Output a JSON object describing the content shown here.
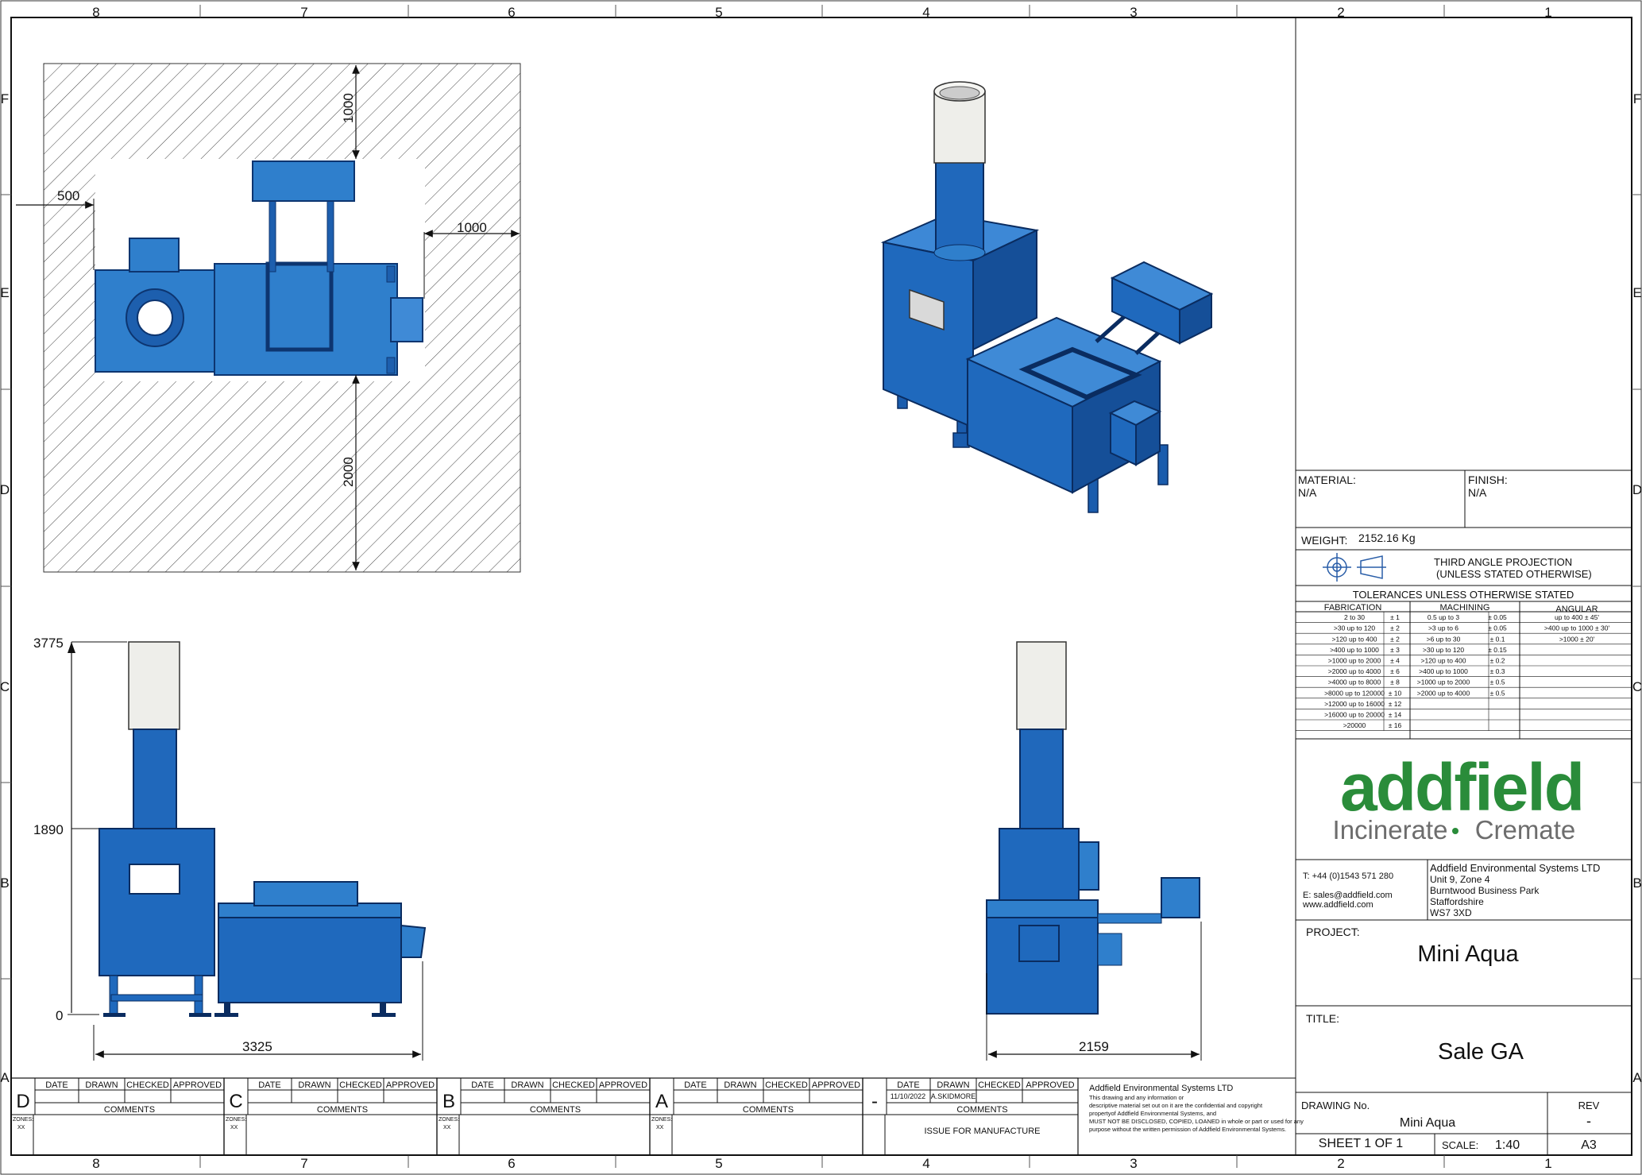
{
  "border": {
    "columns": [
      "8",
      "7",
      "6",
      "5",
      "4",
      "3",
      "2",
      "1"
    ],
    "rows": [
      "F",
      "E",
      "D",
      "C",
      "B",
      "A"
    ]
  },
  "plan_view": {
    "dims": {
      "top_clearance": "1000",
      "left_clearance": "500",
      "right_clearance": "1000",
      "bottom_clearance": "2000"
    }
  },
  "front_view": {
    "levels": {
      "top": "3775",
      "mid": "1890",
      "base": "0"
    },
    "width": "3325"
  },
  "side_view": {
    "width": "2159"
  },
  "title_block": {
    "material_label": "MATERIAL:",
    "material_value": "N/A",
    "finish_label": "FINISH:",
    "finish_value": "N/A",
    "weight_label": "WEIGHT:",
    "weight_value": "2152.16 Kg",
    "projection_line1": "THIRD ANGLE PROJECTION",
    "projection_line2": "(UNLESS STATED OTHERWISE)",
    "tolerance_title": "TOLERANCES UNLESS OTHERWISE STATED",
    "tolerance_headers": [
      "FABRICATION",
      "MACHINING",
      "ANGULAR"
    ],
    "tolerance_rows": [
      [
        "2 to 30",
        "± 1",
        "0.5 up to 3",
        "± 0.05",
        "up to 400 ± 45'"
      ],
      [
        ">30 up to 120",
        "± 2",
        ">3 up to 6",
        "± 0.05",
        ">400 up to 1000 ± 30'"
      ],
      [
        ">120 up to 400",
        "± 2",
        ">6 up to 30",
        "± 0.1",
        ">1000 ± 20'"
      ],
      [
        ">400 up to 1000",
        "± 3",
        ">30 up to 120",
        "± 0.15",
        ""
      ],
      [
        ">1000 up to 2000",
        "± 4",
        ">120 up to 400",
        "± 0.2",
        ""
      ],
      [
        ">2000 up to 4000",
        "± 6",
        ">400 up to 1000",
        "± 0.3",
        ""
      ],
      [
        ">4000 up to 8000",
        "± 8",
        ">1000 up to 2000",
        "± 0.5",
        ""
      ],
      [
        ">8000 up to 120000",
        "± 10",
        ">2000 up to 4000",
        "± 0.5",
        ""
      ],
      [
        ">12000 up to 16000",
        "± 12",
        "",
        "",
        ""
      ],
      [
        ">16000 up to 20000",
        "± 14",
        "",
        "",
        ""
      ],
      [
        ">20000",
        "± 16",
        "",
        "",
        ""
      ]
    ],
    "logo_word": "addfield",
    "logo_tagline_a": "Incinerate",
    "logo_tagline_b": "Cremate",
    "contact_phone": "T: +44 (0)1543 571 280",
    "contact_email": "E: sales@addfield.com",
    "contact_web": "www.addfield.com",
    "company_lines": [
      "Addfield Environmental Systems LTD",
      "Unit 9, Zone 4",
      "Burntwood Business Park",
      "Staffordshire",
      "WS7 3XD"
    ],
    "project_label": "PROJECT:",
    "project_value": "Mini Aqua",
    "title_label": "TITLE:",
    "title_value": "Sale GA",
    "drawing_no_label": "DRAWING No.",
    "drawing_no_value": "Mini Aqua",
    "rev_label": "REV",
    "rev_value": "-",
    "sheet": "SHEET 1 OF 1",
    "scale_label": "SCALE:",
    "scale_value": "1:40",
    "size": "A3"
  },
  "revisions": {
    "headers": [
      "DATE",
      "DRAWN",
      "CHECKED",
      "APPROVED"
    ],
    "comments_label": "COMMENTS",
    "zones_label": "ZONES:",
    "zones_value": "XX",
    "blocks": [
      {
        "letter": "D",
        "date": "",
        "drawn": "",
        "comment": "",
        "zones": "XX"
      },
      {
        "letter": "C",
        "date": "",
        "drawn": "",
        "comment": "",
        "zones": "XX"
      },
      {
        "letter": "B",
        "date": "",
        "drawn": "",
        "comment": "",
        "zones": "XX"
      },
      {
        "letter": "A",
        "date": "",
        "drawn": "",
        "comment": "",
        "zones": "XX"
      },
      {
        "letter": "-",
        "date": "11/10/2022",
        "drawn": "A.SKIDMORE",
        "comment": "ISSUE FOR MANUFACTURE",
        "zones": ""
      }
    ],
    "notice_title": "Addfield Environmental Systems LTD",
    "notice_lines": [
      "This drawing and any information or",
      "descriptive material set out on it are the confidential and copyright",
      "propertyof Addfield Environmental Systems, and",
      "MUST NOT BE DISCLOSED, COPIED, LOANED in whole or part or used for any",
      "purpose without the written permission of Addfield Environmental Systems."
    ]
  },
  "colors": {
    "blue": "#1f6fc1",
    "blue_dark": "#0f3f86",
    "blue_light": "#3f8ad6",
    "chimney": "#eeeeea",
    "logo_green": "#2a8c3a",
    "logo_grey": "#6d6d6d"
  }
}
